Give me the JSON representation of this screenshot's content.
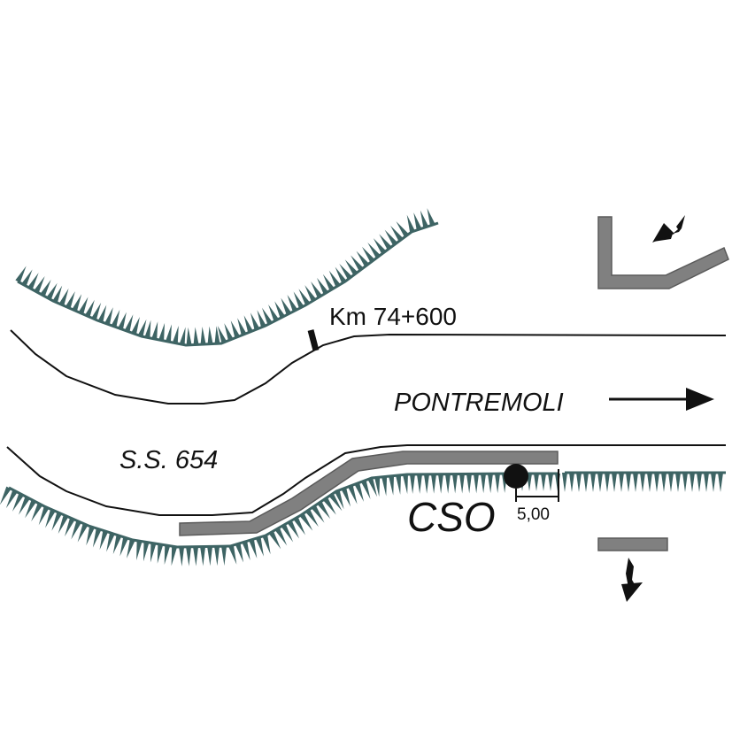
{
  "labels": {
    "km_marker": "Km 74+600",
    "direction": "PONTREMOLI",
    "road": "S.S. 654",
    "site": "CSO",
    "distance": "5,00"
  },
  "colors": {
    "line": "#111111",
    "embankment": "#3e6464",
    "barrier_fill": "#808080",
    "barrier_stroke": "#5a5a5a",
    "background": "#ffffff"
  },
  "icons": {
    "direction_arrow": "arrow-right-icon",
    "flow_in": "arrow-down-left-icon",
    "flow_out": "arrow-down-icon",
    "site_point": "filled-circle-icon"
  }
}
